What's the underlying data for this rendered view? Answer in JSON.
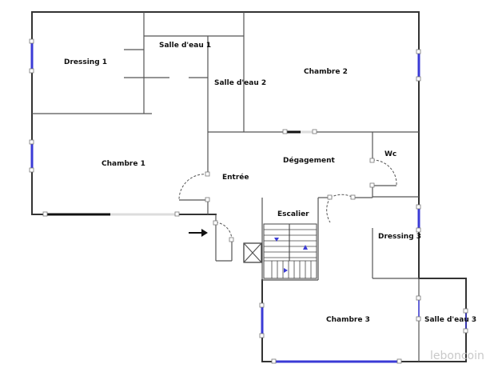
{
  "rooms": {
    "dressing1": "Dressing 1",
    "salle_eau1": "Salle d'eau 1",
    "salle_eau2": "Salle d'eau 2",
    "chambre2": "Chambre 2",
    "chambre1": "Chambre 1",
    "degagement": "Dégagement",
    "wc": "Wc",
    "entree": "Entrée",
    "escalier": "Escalier",
    "dressing3": "Dressing 3",
    "chambre3": "Chambre 3",
    "salle_eau3": "Salle d'eau 3"
  },
  "watermark": "leboncoin",
  "colors": {
    "wall": "#333333",
    "window": "#3b3bd6",
    "stair_arrow": "#3b3bd6"
  },
  "icons": {
    "entry_arrow": "arrow-right-icon"
  }
}
